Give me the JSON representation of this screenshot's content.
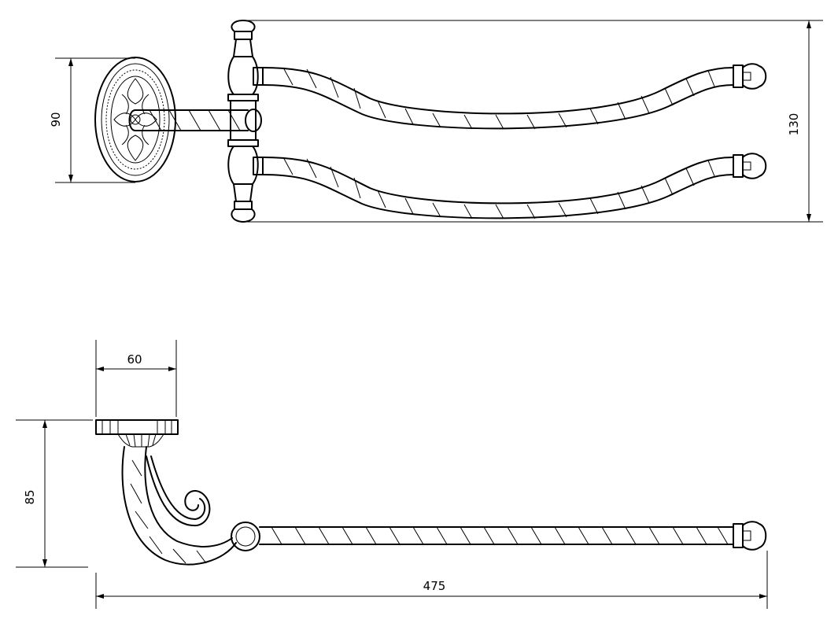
{
  "dimensions": {
    "top_height": "90",
    "top_total_height": "130",
    "side_depth": "60",
    "side_height": "85",
    "side_length": "475"
  },
  "colors": {
    "line": "#000000",
    "background": "#ffffff"
  }
}
